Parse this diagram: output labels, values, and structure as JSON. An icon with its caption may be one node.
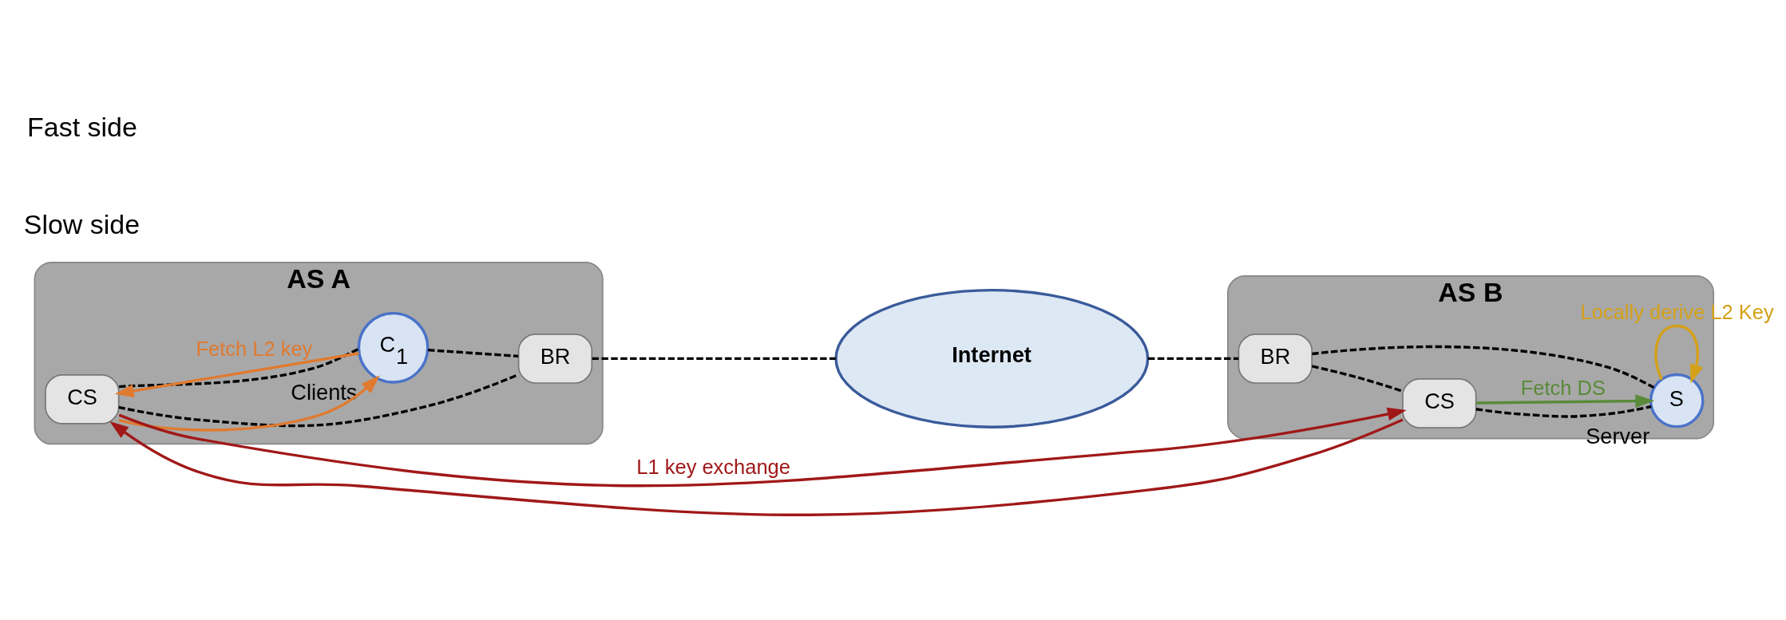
{
  "diagram": {
    "nodes": [
      {
        "text": [
          "AS A"
        ]
      },
      {
        "text": [
          "CS"
        ],
        "in": 0
      },
      {
        "text": [
          "BR"
        ],
        "in": 0
      },
      {
        "text": [
          "C$_{1}$"
        ],
        "in": 0,
        "beside": [
          "Clients"
        ]
      },
      {
        "text": [
          "Internet"
        ]
      },
      {
        "text": [
          "AS B"
        ]
      },
      {
        "text": [
          "BR"
        ],
        "in": 5
      },
      {
        "text": [
          "CS"
        ],
        "in": 5
      },
      {
        "text": [
          "S"
        ],
        "in": 5,
        "beside": [
          "Server"
        ]
      }
    ],
    "edges": [
      {
        "from": 1,
        "to": 7,
        "arrow": "to",
        "label": "L1 key exchange",
        "color": "#a01818"
      },
      {
        "from": 7,
        "to": 1,
        "arrow": "to",
        "color": "#a01818"
      },
      {
        "from": 3,
        "to": 1,
        "arrow": "to",
        "label": "Fetch L2 key",
        "color": "#e07a30"
      },
      {
        "from": 1,
        "to": 3,
        "arrow": "to",
        "color": "#e07a30"
      },
      {
        "from": 1,
        "to": 2,
        "arrow": "none",
        "style": "dashed"
      },
      {
        "from": 1,
        "to": 3,
        "arrow": "none",
        "style": "dashed"
      },
      {
        "from": 3,
        "to": 2,
        "arrow": "none",
        "style": "dashed"
      },
      {
        "from": 2,
        "to": 4,
        "arrow": "none",
        "style": "dashed"
      },
      {
        "from": 4,
        "to": 6,
        "arrow": "none",
        "style": "dashed"
      },
      {
        "from": 6,
        "to": 7,
        "arrow": "none",
        "style": "dashed"
      },
      {
        "from": 6,
        "to": 8,
        "arrow": "none",
        "style": "dashed"
      },
      {
        "from": 7,
        "to": 8,
        "arrow": "none",
        "style": "dashed"
      },
      {
        "from": 7,
        "to": 8,
        "arrow": "to",
        "label": "Fetch DS",
        "color": "#5a8a3a"
      },
      {
        "from": 8,
        "to": 8,
        "arrow": "to",
        "label": "Locally derive L2 Key",
        "color": "#d4a017"
      }
    ],
    "labels": [
      "Slow side",
      "Fast side"
    ]
  }
}
